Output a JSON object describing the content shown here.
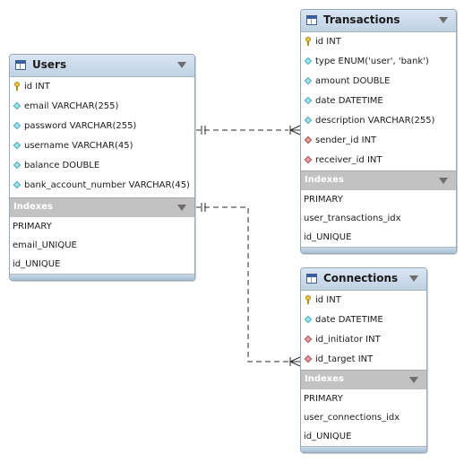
{
  "tables": {
    "users": {
      "name": "Users",
      "columns": [
        {
          "text": "id INT",
          "icon": "primary-key-icon"
        },
        {
          "text": "email VARCHAR(255)",
          "icon": "column-diamond-icon"
        },
        {
          "text": "password VARCHAR(255)",
          "icon": "column-diamond-icon"
        },
        {
          "text": "username VARCHAR(45)",
          "icon": "column-diamond-icon"
        },
        {
          "text": "balance DOUBLE",
          "icon": "column-diamond-icon"
        },
        {
          "text": "bank_account_number VARCHAR(45)",
          "icon": "column-diamond-icon"
        }
      ],
      "indexes_label": "Indexes",
      "indexes": [
        "PRIMARY",
        "email_UNIQUE",
        "id_UNIQUE"
      ]
    },
    "transactions": {
      "name": "Transactions",
      "columns": [
        {
          "text": "id INT",
          "icon": "primary-key-icon"
        },
        {
          "text": "type ENUM('user', 'bank')",
          "icon": "column-diamond-icon"
        },
        {
          "text": "amount DOUBLE",
          "icon": "column-diamond-icon"
        },
        {
          "text": "date DATETIME",
          "icon": "column-diamond-icon"
        },
        {
          "text": "description VARCHAR(255)",
          "icon": "column-diamond-icon"
        },
        {
          "text": "sender_id INT",
          "icon": "foreign-key-diamond-icon"
        },
        {
          "text": "receiver_id INT",
          "icon": "foreign-key-diamond-icon"
        }
      ],
      "indexes_label": "Indexes",
      "indexes": [
        "PRIMARY",
        "user_transactions_idx",
        "id_UNIQUE"
      ]
    },
    "connections": {
      "name": "Connections",
      "columns": [
        {
          "text": "id INT",
          "icon": "primary-key-icon"
        },
        {
          "text": "date DATETIME",
          "icon": "column-diamond-icon"
        },
        {
          "text": "id_initiator INT",
          "icon": "foreign-key-diamond-icon"
        },
        {
          "text": "id_target INT",
          "icon": "foreign-key-diamond-icon"
        }
      ],
      "indexes_label": "Indexes",
      "indexes": [
        "PRIMARY",
        "user_connections_idx",
        "id_UNIQUE"
      ]
    }
  },
  "colors": {
    "header": "#bfd1e3",
    "indexes_bar": "#c2c2c2",
    "primary_key": "#e8c33a",
    "column_diamond": "#9fe3ec",
    "foreign_key_diamond": "#e6a2a2",
    "relationship_line": "#2b2b2b"
  },
  "relationships": [
    {
      "from": "Users",
      "to": "Transactions",
      "type": "one-to-many",
      "style": "dashed"
    },
    {
      "from": "Users",
      "to": "Connections",
      "type": "one-to-many",
      "style": "dashed"
    }
  ]
}
